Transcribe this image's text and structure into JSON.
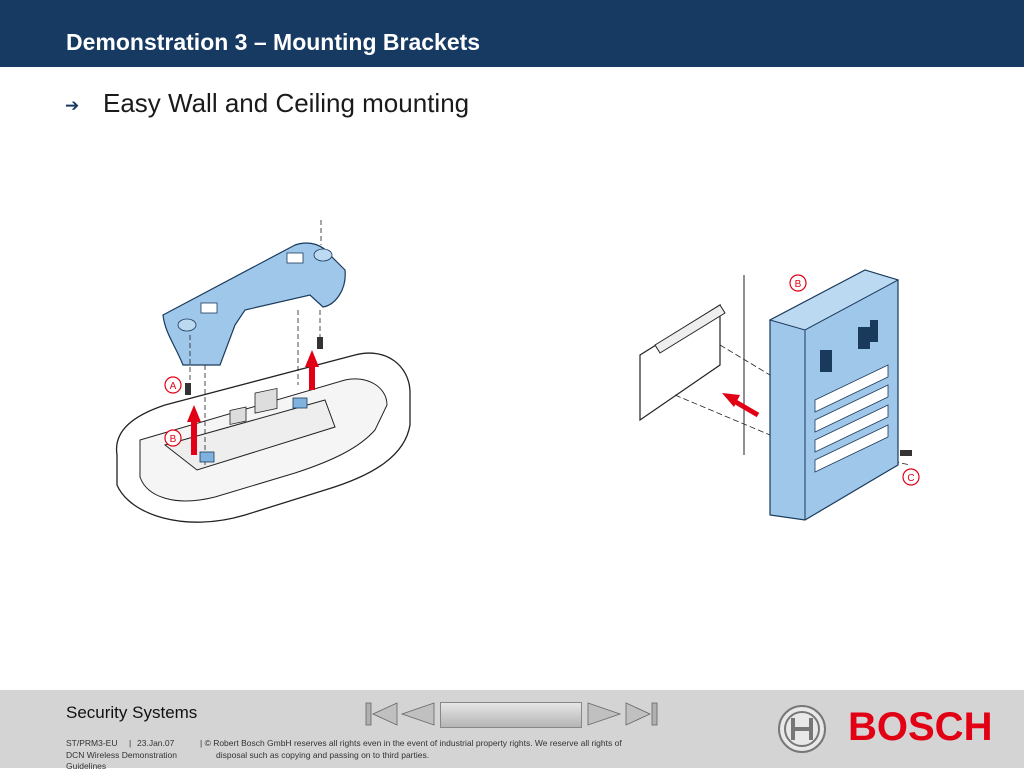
{
  "header": {
    "title": "Demonstration 3 – Mounting Brackets"
  },
  "content": {
    "bullet_icon": "arrow-right-icon",
    "bullet_text": "Easy Wall and Ceiling mounting",
    "left_callouts": {
      "a": "A",
      "b": "B"
    },
    "right_callouts": {
      "b": "B",
      "c": "C"
    }
  },
  "footer": {
    "brand_section": "Security Systems",
    "doc_id": "ST/PRM3-EU",
    "date": "23.Jan.07",
    "doc_title_line1": "DCN Wireless Demonstration",
    "doc_title_line2": "Guidelines",
    "copyright_line1": "| © Robert Bosch GmbH reserves all rights even in the event of industrial property rights. We reserve all rights of",
    "copyright_line2": "disposal such as copying and passing on to third parties.",
    "logo_text": "BOSCH",
    "nav": [
      "first-slide-icon",
      "previous-slide-icon",
      "next-slide-icon",
      "last-slide-icon"
    ]
  },
  "colors": {
    "header": "#173a63",
    "accent_red": "#e20015",
    "part_blue": "#9ec7ea",
    "footer_gray": "#d4d4d4"
  }
}
